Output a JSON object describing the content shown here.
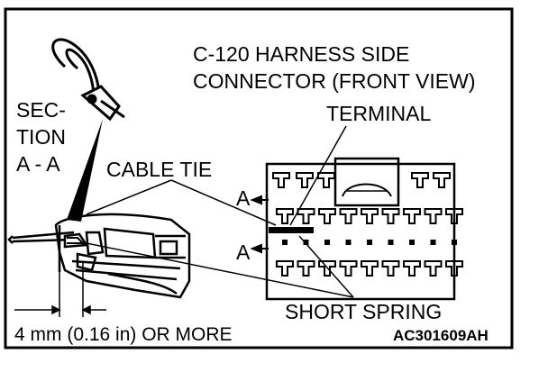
{
  "diagram": {
    "title_line1": "C-120 HARNESS SIDE",
    "title_line2": "CONNECTOR (FRONT VIEW)",
    "section_line1": "SEC-",
    "section_line2": "TION",
    "section_line3": "A - A",
    "cable_tie": "CABLE TIE",
    "terminal": "TERMINAL",
    "short_spring": "SHORT SPRING",
    "marker_a_upper": "A",
    "marker_a_lower": "A",
    "dimension": "4 mm (0.16 in) OR MORE",
    "figure_code": "AC301609AH"
  },
  "colors": {
    "ink": "#000000",
    "paper": "#ffffff"
  }
}
